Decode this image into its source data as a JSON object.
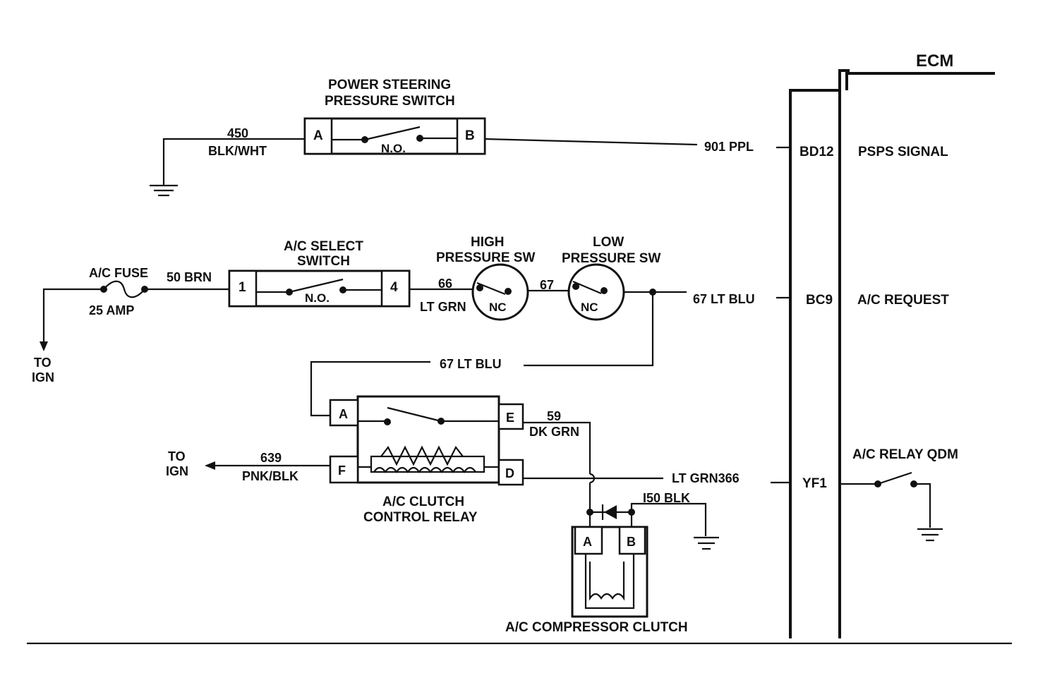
{
  "ecm": {
    "title": "ECM",
    "pins": [
      {
        "pin": "BD12",
        "signal": "PSPS SIGNAL"
      },
      {
        "pin": "BC9",
        "signal": "A/C REQUEST"
      },
      {
        "pin": "YF1",
        "signal": "A/C RELAY QDM"
      }
    ]
  },
  "power_steering_switch": {
    "title_line1": "POWER STEERING",
    "title_line2": "PRESSURE SWITCH",
    "pin_a": "A",
    "pin_b": "B",
    "state": "N.O."
  },
  "ac_select_switch": {
    "title_line1": "A/C  SELECT",
    "title_line2": "SWITCH",
    "pin_1": "1",
    "pin_4": "4",
    "state": "N.O."
  },
  "high_pressure_switch": {
    "title_line1": "HIGH",
    "title_line2": "PRESSURE SW",
    "state": "NC"
  },
  "low_pressure_switch": {
    "title_line1": "LOW",
    "title_line2": "PRESSURE SW",
    "state": "NC"
  },
  "ac_fuse": {
    "title": "A/C FUSE",
    "rating": "25  AMP"
  },
  "clutch_relay": {
    "title_line1": "A/C CLUTCH",
    "title_line2": "CONTROL RELAY",
    "pins": [
      "A",
      "E",
      "F",
      "D"
    ]
  },
  "compressor_clutch": {
    "title": "A/C COMPRESSOR CLUTCH",
    "pin_a": "A",
    "pin_b": "B"
  },
  "ignition": {
    "line1": "TO",
    "line2": "IGN"
  },
  "wires": {
    "w450_num": "450",
    "w450_color": "BLK/WHT",
    "w901": "901 PPL",
    "w50": "50 BRN",
    "w66_num": "66",
    "w66_color": "LT GRN",
    "w67": "67",
    "w67_ltblu": "67 LT BLU",
    "w67_ltblu_2": "67 LT BLU",
    "w59_num": "59",
    "w59_color": "DK GRN",
    "w639_num": "639",
    "w639_color": "PNK/BLK",
    "w366": "LT GRN366",
    "w150": "I50 BLK"
  }
}
